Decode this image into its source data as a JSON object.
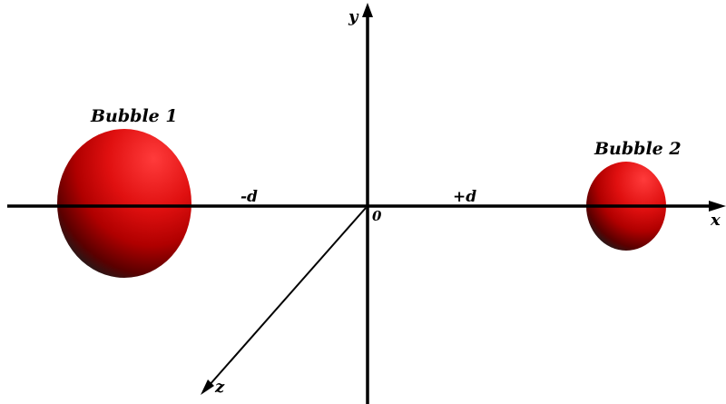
{
  "bubble1": {
    "label": "Bubble 1"
  },
  "bubble2": {
    "label": "Bubble 2"
  },
  "axes": {
    "x": "x",
    "y": "y",
    "z": "z"
  },
  "distances": {
    "negative": "-d",
    "positive": "+d"
  },
  "origin": {
    "label": "0"
  },
  "colors": {
    "bubble_highlight": "#ff3b3b",
    "bubble_mid": "#c40000",
    "bubble_dark": "#500000",
    "bubble_shadow": "#101010",
    "axis": "#000000",
    "background": "#ffffff"
  }
}
